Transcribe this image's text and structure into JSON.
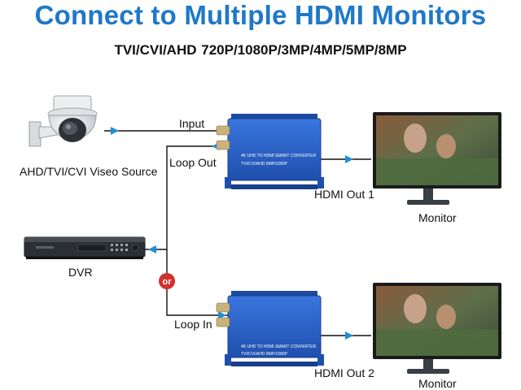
{
  "title": "Connect to Multiple HDMI Monitors",
  "subtitle": "TVI/CVI/AHD   720P/1080P/3MP/4MP/5MP/8MP",
  "source_camera": {
    "label": "AHD/TVI/CVI Viseo Source",
    "icon": "dome-camera-icon"
  },
  "dvr": {
    "label": "DVR",
    "icon": "dvr-recorder-icon"
  },
  "or_badge": {
    "text": "or",
    "color": "#d0312d"
  },
  "ports": {
    "input": "Input",
    "loop_out": "Loop Out",
    "loop_in": "Loop In"
  },
  "converter": {
    "line1": "4K UHD TO HDMI SMART CONVERTER",
    "line2": "TVI/CVI/AHD 8MP/1080P",
    "color": "#2a5fc4"
  },
  "outputs": [
    {
      "label": "HDMI Out 1",
      "monitor_label": "Monitor"
    },
    {
      "label": "HDMI Out 2",
      "monitor_label": "Monitor"
    }
  ],
  "colors": {
    "title": "#1f78c8",
    "arrow": "#1e8fd8",
    "wire": "#111111"
  }
}
